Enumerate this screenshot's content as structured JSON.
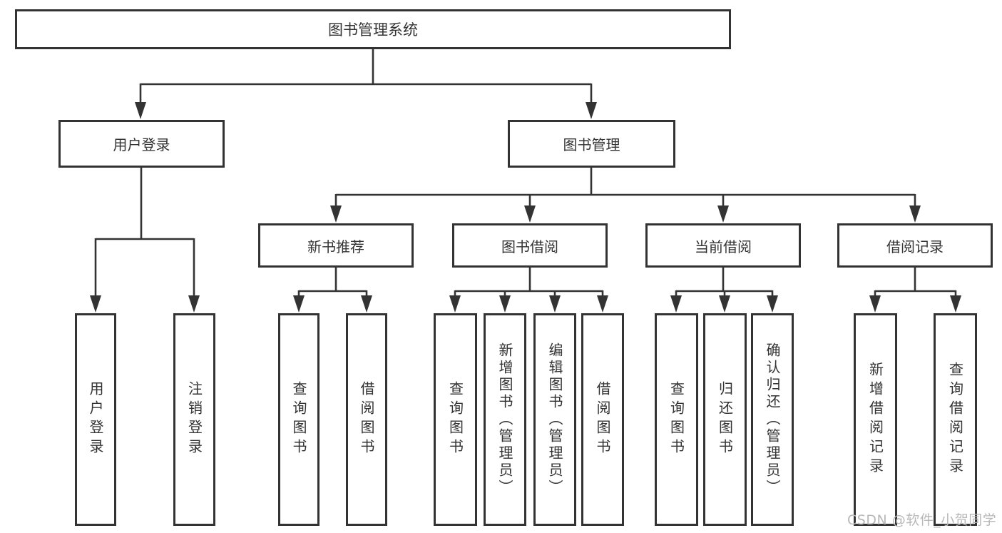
{
  "diagram": {
    "tree": {
      "label": "图书管理系统",
      "children": [
        {
          "label": "用户登录",
          "children": [
            {
              "label": "用户登录"
            },
            {
              "label": "注销登录"
            }
          ]
        },
        {
          "label": "图书管理",
          "children": [
            {
              "label": "新书推荐",
              "children": [
                {
                  "label": "查询图书"
                },
                {
                  "label": "借阅图书"
                }
              ]
            },
            {
              "label": "图书借阅",
              "children": [
                {
                  "label": "查询图书"
                },
                {
                  "label": "新增图书（管理员）"
                },
                {
                  "label": "编辑图书（管理员）"
                },
                {
                  "label": "借阅图书"
                }
              ]
            },
            {
              "label": "当前借阅",
              "children": [
                {
                  "label": "查询图书"
                },
                {
                  "label": "归还图书"
                },
                {
                  "label": "确认归还（管理员）"
                }
              ]
            },
            {
              "label": "借阅记录",
              "children": [
                {
                  "label": "新增借阅记录"
                },
                {
                  "label": "查询借阅记录"
                }
              ]
            }
          ]
        }
      ]
    },
    "colors": {
      "line": "#333333",
      "box_border": "#333333",
      "box_fill": "#ffffff",
      "text": "#333333",
      "background": "#ffffff",
      "watermark": "#b8b8b8"
    }
  },
  "watermark": {
    "text": "CSDN @软件_小贺同学"
  }
}
